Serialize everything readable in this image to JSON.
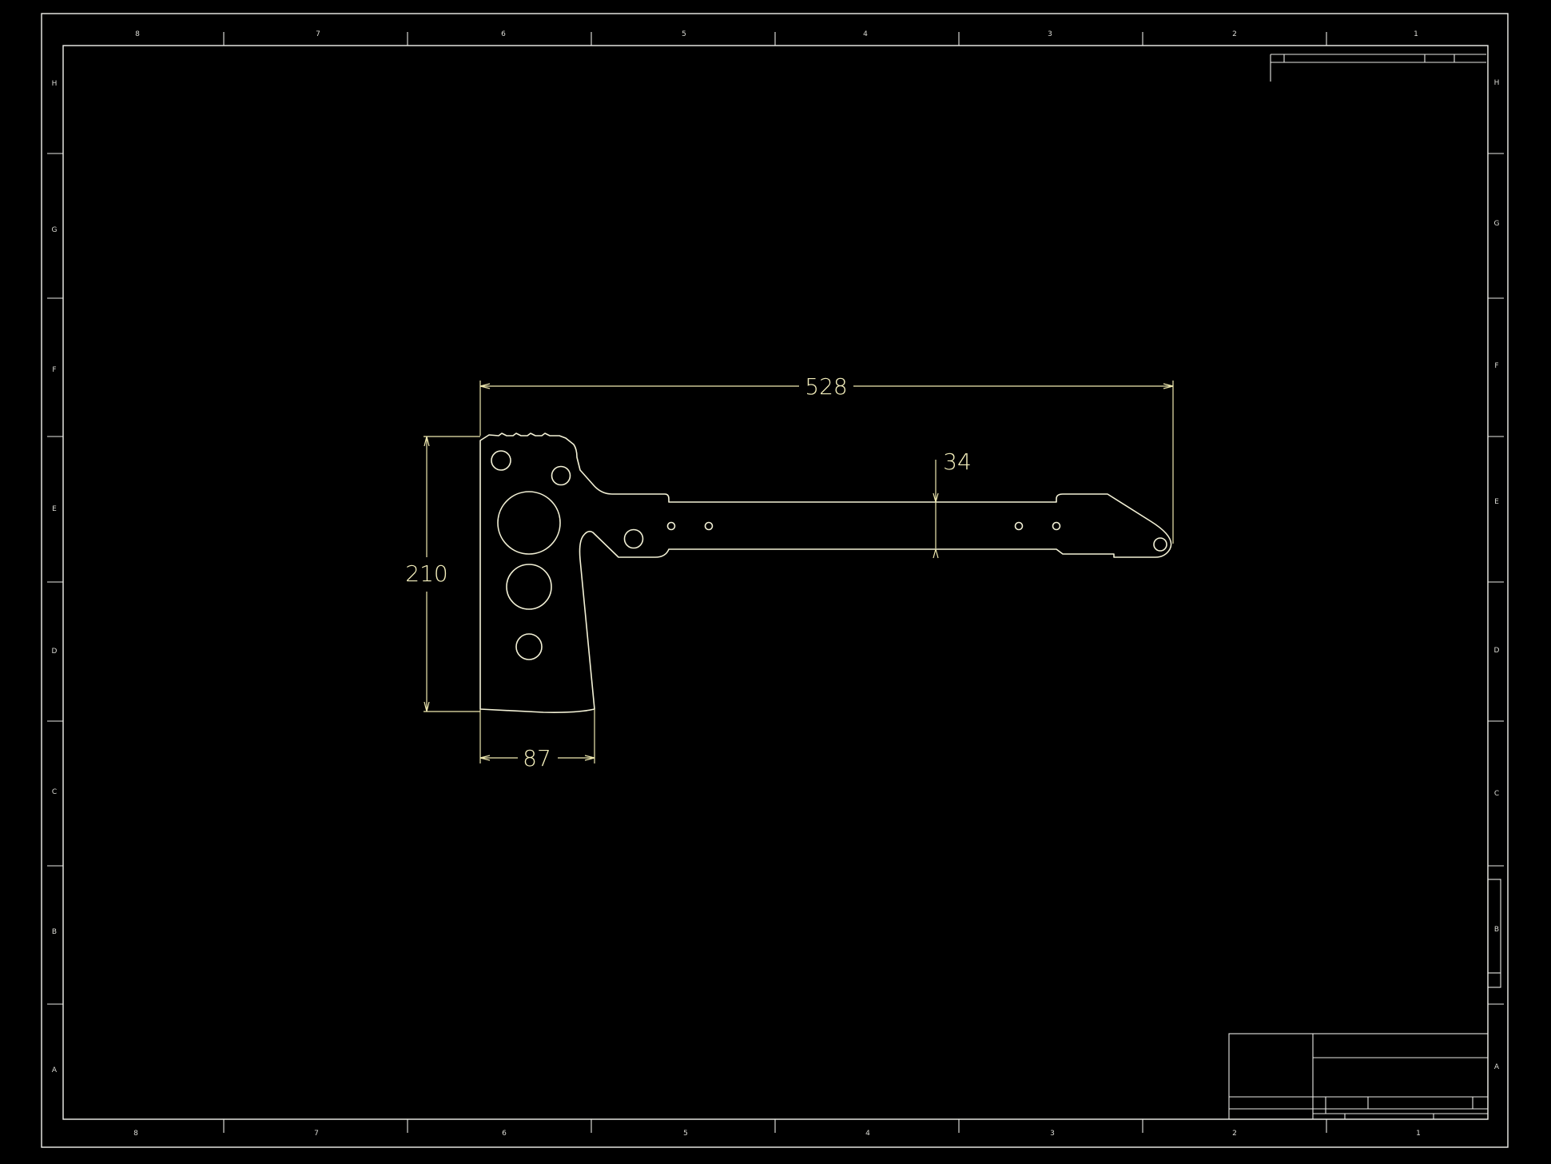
{
  "drawing": {
    "colors": {
      "background": "#000000",
      "frame": "#f2f2ee",
      "part": "#f3f1d6",
      "dimension": "#efe9b0"
    },
    "zone_columns_top": [
      "8",
      "7",
      "6",
      "5",
      "4",
      "3",
      "2",
      "1"
    ],
    "zone_columns_bottom": [
      "8",
      "7",
      "6",
      "5",
      "4",
      "3",
      "2",
      "1"
    ],
    "zone_rows_left": [
      "H",
      "G",
      "F",
      "E",
      "D",
      "C",
      "B",
      "A"
    ],
    "zone_rows_right": [
      "H",
      "G",
      "F",
      "E",
      "D",
      "C",
      "B",
      "A"
    ],
    "dimensions": {
      "overall_length": "528",
      "handle_width": "34",
      "head_height": "210",
      "blade_width": "87"
    }
  }
}
